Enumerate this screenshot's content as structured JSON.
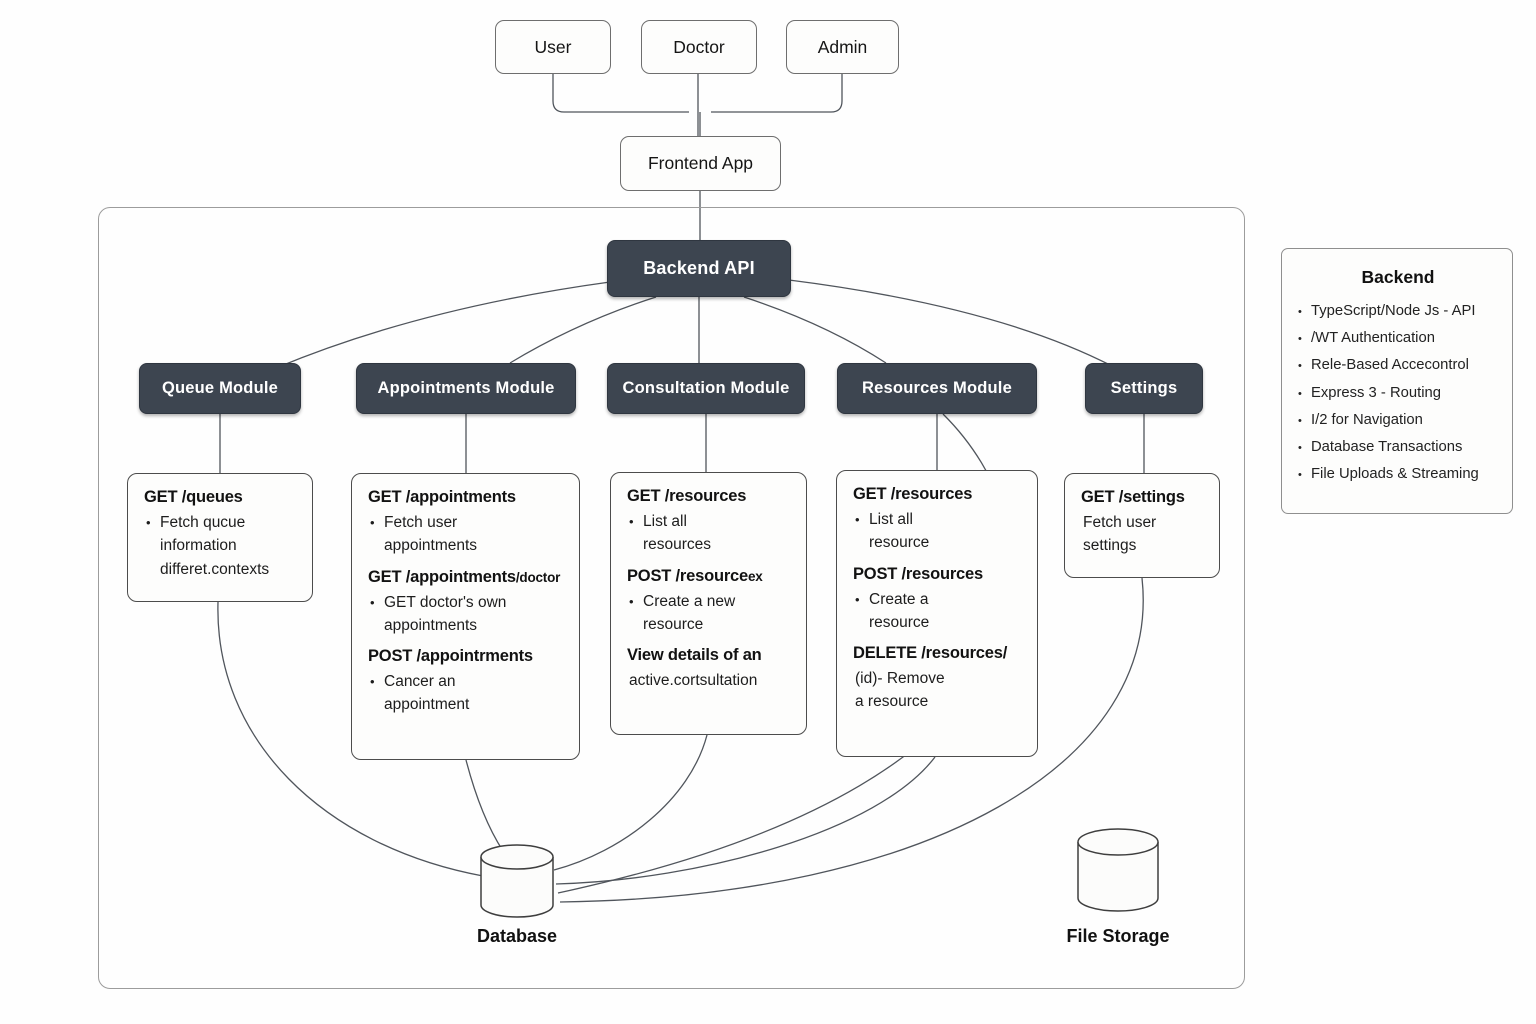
{
  "actors": [
    {
      "label": "User"
    },
    {
      "label": "Doctor"
    },
    {
      "label": "Admin"
    }
  ],
  "frontend_app": {
    "label": "Frontend App"
  },
  "backend_api": {
    "label": "Backend API"
  },
  "modules": [
    {
      "label": "Queue Module",
      "items": [
        {
          "kind": "endpoint",
          "text": "GET /queues"
        },
        {
          "kind": "bullet",
          "text": "Fetch qucue\ninformation\ndifferet.contexts"
        }
      ]
    },
    {
      "label": "Appointments Module",
      "items": [
        {
          "kind": "endpoint",
          "text": "GET /appointments"
        },
        {
          "kind": "bullet",
          "text": "Fetch user\nappointments"
        },
        {
          "kind": "endpoint",
          "text": "GET /appointments",
          "suffix": "/doctor"
        },
        {
          "kind": "bullet",
          "text": "GET doctor's own\nappointments"
        },
        {
          "kind": "endpoint",
          "text": "POST /appointrments"
        },
        {
          "kind": "bullet",
          "text": "Cancer an\nappointment"
        }
      ]
    },
    {
      "label": "Consultation Module",
      "items": [
        {
          "kind": "endpoint",
          "text": "GET /resources"
        },
        {
          "kind": "bullet",
          "text": "List all\nresources"
        },
        {
          "kind": "endpoint",
          "text": "POST /resource",
          "suffix": "ex"
        },
        {
          "kind": "bullet",
          "text": "Create a new\nresource"
        },
        {
          "kind": "endpoint",
          "text": "View details of an"
        },
        {
          "kind": "plain",
          "text": "active.cortsultation"
        }
      ]
    },
    {
      "label": "Resources Module",
      "items": [
        {
          "kind": "endpoint",
          "text": "GET /resources"
        },
        {
          "kind": "bullet",
          "text": "List all\nresource"
        },
        {
          "kind": "endpoint",
          "text": "POST /resources"
        },
        {
          "kind": "bullet",
          "text": "Create a\nresource"
        },
        {
          "kind": "endpoint",
          "text": "DELETE /resources/"
        },
        {
          "kind": "plain",
          "text": "(id)-  Remove\na resource"
        }
      ]
    },
    {
      "label": "Settings",
      "items": [
        {
          "kind": "endpoint",
          "text": "GET /settings"
        },
        {
          "kind": "plain",
          "text": "Fetch user\nsettings"
        }
      ]
    }
  ],
  "backend_panel": {
    "title": "Backend",
    "items": [
      "TypeScript/Node Js - API",
      "/WT Authentication",
      "Rele-Based Accecontrol",
      "Express 3 -  Routing",
      "I/2 for Navigation",
      "Database Transactions",
      "File Uploads & Streaming"
    ]
  },
  "storage": {
    "database_label": "Database",
    "file_storage_label": "File Storage"
  },
  "colors": {
    "node_dark": "#3d4550",
    "line": "#5b6066",
    "box_border": "#4c4c4c",
    "container_border": "#9c9c9c"
  }
}
